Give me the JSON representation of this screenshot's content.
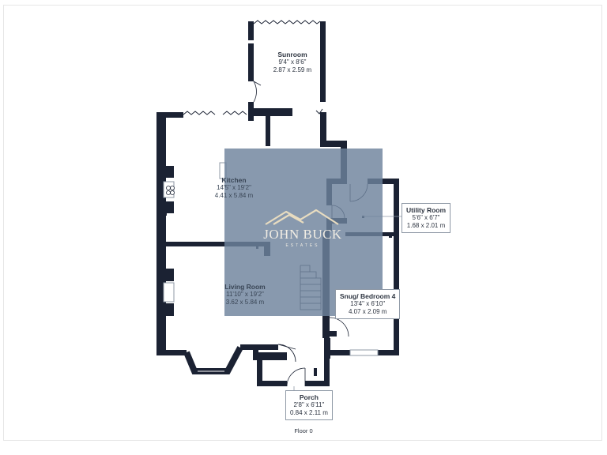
{
  "plan": {
    "floor_label": "Floor 0",
    "wall_color": "#1b2233",
    "overlay_color": "#6e829c"
  },
  "logo": {
    "brand": "JOHN BUCK",
    "sub": "ESTATES",
    "roof_color": "#e8dcc0"
  },
  "rooms": {
    "sunroom": {
      "name": "Sunroom",
      "imperial": "9'4\" x 8'6\"",
      "metric": "2.87 x 2.59 m"
    },
    "kitchen": {
      "name": "Kitchen",
      "imperial": "14'5\" x 19'2\"",
      "metric": "4.41 x 5.84 m"
    },
    "utility": {
      "name": "Utility Room",
      "imperial": "5'6\" x 6'7\"",
      "metric": "1.68 x 2.01 m"
    },
    "living": {
      "name": "Living Room",
      "imperial": "11'10\" x 19'2\"",
      "metric": "3.62 x 5.84 m"
    },
    "snug": {
      "name": "Snug/ Bedroom 4",
      "imperial": "13'4\" x 6'10\"",
      "metric": "4.07 x 2.09 m"
    },
    "porch": {
      "name": "Porch",
      "imperial": "2'8\" x 6'11\"",
      "metric": "0.84 x 2.11 m"
    }
  }
}
